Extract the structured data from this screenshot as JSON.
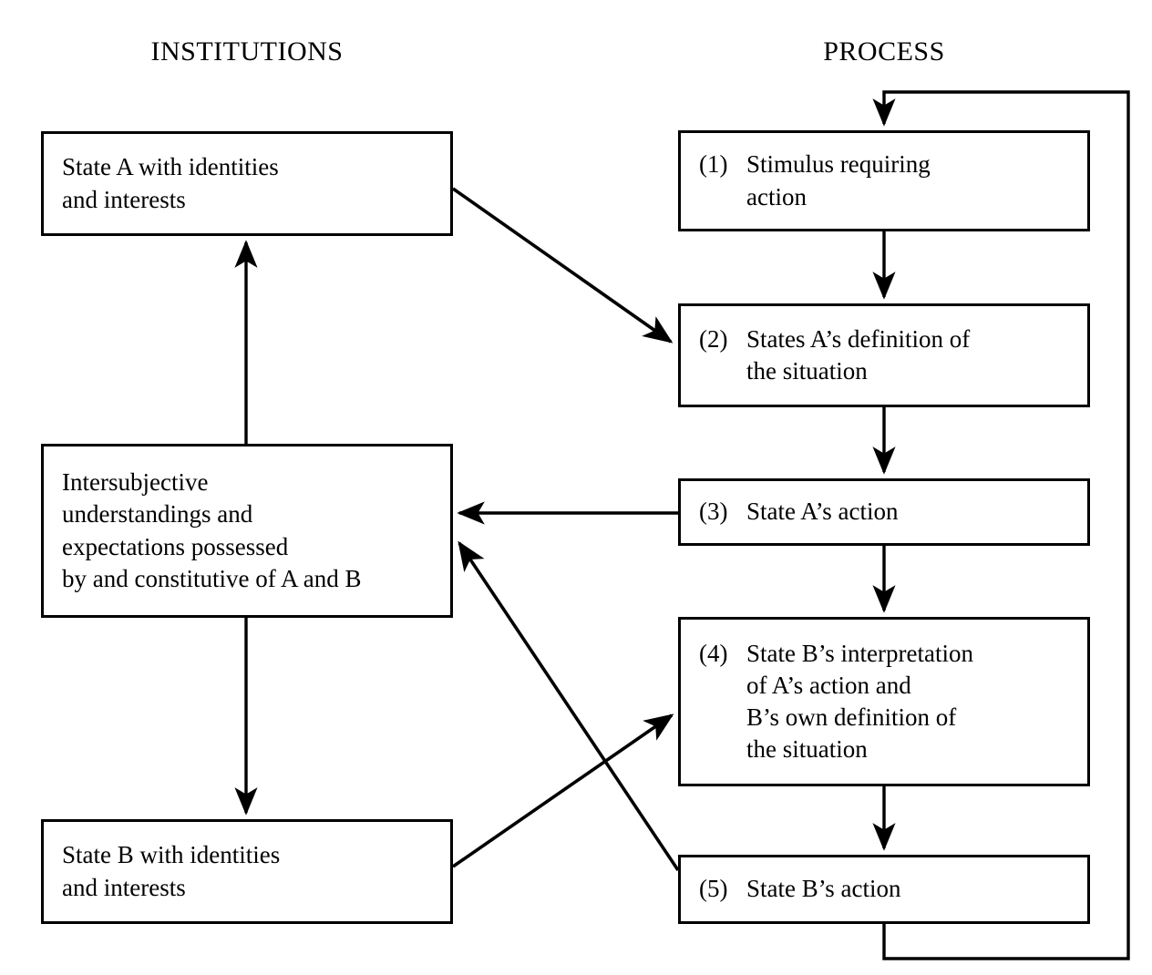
{
  "diagram": {
    "title": "",
    "columns": {
      "left_header": "INSTITUTIONS",
      "right_header": "PROCESS"
    },
    "nodes": [
      {
        "id": "state-a",
        "column": "institutions",
        "number": "",
        "text": "State A with identities\nand interests"
      },
      {
        "id": "intersubjective",
        "column": "institutions",
        "number": "",
        "text": "Intersubjective\nunderstandings and\nexpectations possessed\nby and constitutive of A and B"
      },
      {
        "id": "state-b",
        "column": "institutions",
        "number": "",
        "text": "State B with identities\nand interests"
      },
      {
        "id": "step-1",
        "column": "process",
        "number": "(1)",
        "text": "Stimulus requiring\naction"
      },
      {
        "id": "step-2",
        "column": "process",
        "number": "(2)",
        "text": "States A’s definition of\nthe situation"
      },
      {
        "id": "step-3",
        "column": "process",
        "number": "(3)",
        "text": "State A’s action"
      },
      {
        "id": "step-4",
        "column": "process",
        "number": "(4)",
        "text": "State B’s interpretation\nof A’s action and\nB’s own definition of\nthe situation"
      },
      {
        "id": "step-5",
        "column": "process",
        "number": "(5)",
        "text": "State B’s action"
      }
    ],
    "edges": [
      {
        "id": "intersubj-to-state-a",
        "from": "intersubjective",
        "to": "state-a",
        "style": "vertical-up"
      },
      {
        "id": "intersubj-to-state-b",
        "from": "intersubjective",
        "to": "state-b",
        "style": "vertical-down"
      },
      {
        "id": "state-a-to-step-2",
        "from": "state-a",
        "to": "step-2",
        "style": "diagonal"
      },
      {
        "id": "step-1-to-step-2",
        "from": "step-1",
        "to": "step-2",
        "style": "vertical-down"
      },
      {
        "id": "step-2-to-step-3",
        "from": "step-2",
        "to": "step-3",
        "style": "vertical-down"
      },
      {
        "id": "step-3-to-intersubj",
        "from": "step-3",
        "to": "intersubjective",
        "style": "horizontal-left"
      },
      {
        "id": "step-3-to-step-4",
        "from": "step-3",
        "to": "step-4",
        "style": "vertical-down"
      },
      {
        "id": "state-b-to-step-4",
        "from": "state-b",
        "to": "step-4",
        "style": "diagonal"
      },
      {
        "id": "step-4-to-step-5",
        "from": "step-4",
        "to": "step-5",
        "style": "vertical-down"
      },
      {
        "id": "step-5-to-intersubj",
        "from": "step-5",
        "to": "intersubjective",
        "style": "diagonal"
      },
      {
        "id": "step-5-to-step-1-loop",
        "from": "step-5",
        "to": "step-1",
        "style": "feedback-loop"
      }
    ],
    "colors": {
      "stroke": "#000000",
      "background": "#ffffff",
      "text": "#000000"
    }
  }
}
